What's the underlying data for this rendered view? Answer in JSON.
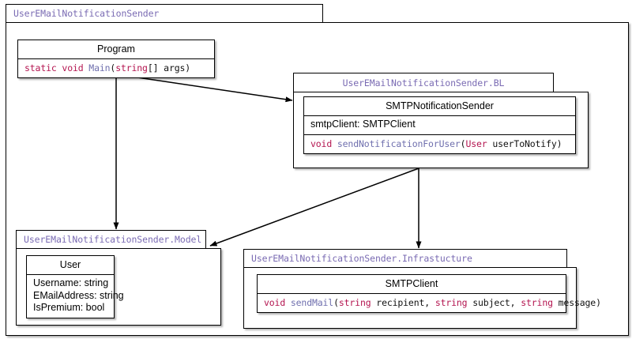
{
  "diagram": {
    "type": "uml-class-diagram",
    "root_package": {
      "name": "UserEMailNotificationSender"
    },
    "classes": [
      {
        "id": "program",
        "name": "Program",
        "attributes": [],
        "methods": [
          {
            "signature": "static void Main(string[] args)",
            "tokens": [
              {
                "t": "static ",
                "k": "kw"
              },
              {
                "t": "void ",
                "k": "kw"
              },
              {
                "t": "Main",
                "k": "meth"
              },
              {
                "t": "(",
                "k": "plain"
              },
              {
                "t": "string",
                "k": "kw"
              },
              {
                "t": "[] args)",
                "k": "plain"
              }
            ]
          }
        ]
      },
      {
        "id": "smtp-notification-sender",
        "name": "SMTPNotificationSender",
        "attributes": [
          "smtpClient: SMTPClient"
        ],
        "methods": [
          {
            "signature": "void sendNotificationForUser(User userToNotify)",
            "tokens": [
              {
                "t": "void ",
                "k": "kw"
              },
              {
                "t": "sendNotificationForUser",
                "k": "meth"
              },
              {
                "t": "(",
                "k": "plain"
              },
              {
                "t": "User",
                "k": "kw"
              },
              {
                "t": " userToNotify)",
                "k": "plain"
              }
            ]
          }
        ]
      },
      {
        "id": "user",
        "name": "User",
        "attributes": [
          "Username: string",
          "EMailAddress: string",
          "IsPremium: bool"
        ],
        "methods": []
      },
      {
        "id": "smtp-client",
        "name": "SMTPClient",
        "attributes": [],
        "methods": [
          {
            "signature": "void sendMail(string recipient, string subject, string message)",
            "tokens": [
              {
                "t": "void ",
                "k": "kw"
              },
              {
                "t": "sendMail",
                "k": "meth"
              },
              {
                "t": "(",
                "k": "plain"
              },
              {
                "t": "string",
                "k": "kw"
              },
              {
                "t": " recipient, ",
                "k": "plain"
              },
              {
                "t": "string",
                "k": "kw"
              },
              {
                "t": " subject, ",
                "k": "plain"
              },
              {
                "t": "string",
                "k": "kw"
              },
              {
                "t": " message)",
                "k": "plain"
              }
            ]
          }
        ]
      }
    ],
    "packages": [
      {
        "id": "pkg-root",
        "name": "UserEMailNotificationSender"
      },
      {
        "id": "pkg-bl",
        "name": "UserEMailNotificationSender.BL"
      },
      {
        "id": "pkg-model",
        "name": "UserEMailNotificationSender.Model"
      },
      {
        "id": "pkg-infrastucture",
        "name": "UserEMailNotificationSender.Infrastucture"
      }
    ],
    "dependencies": [
      {
        "from": "Program",
        "to": "UserEMailNotificationSender.BL"
      },
      {
        "from": "Program",
        "to": "UserEMailNotificationSender.Model"
      },
      {
        "from": "UserEMailNotificationSender.BL",
        "to": "UserEMailNotificationSender.Model"
      },
      {
        "from": "UserEMailNotificationSender.BL",
        "to": "UserEMailNotificationSender.Infrastucture"
      }
    ],
    "colors": {
      "package_name": "#7a6bb3",
      "keyword": "#b41550",
      "method_name": "#6f6fae",
      "identifier": "#111111",
      "border": "#000000",
      "background": "#ffffff"
    }
  }
}
